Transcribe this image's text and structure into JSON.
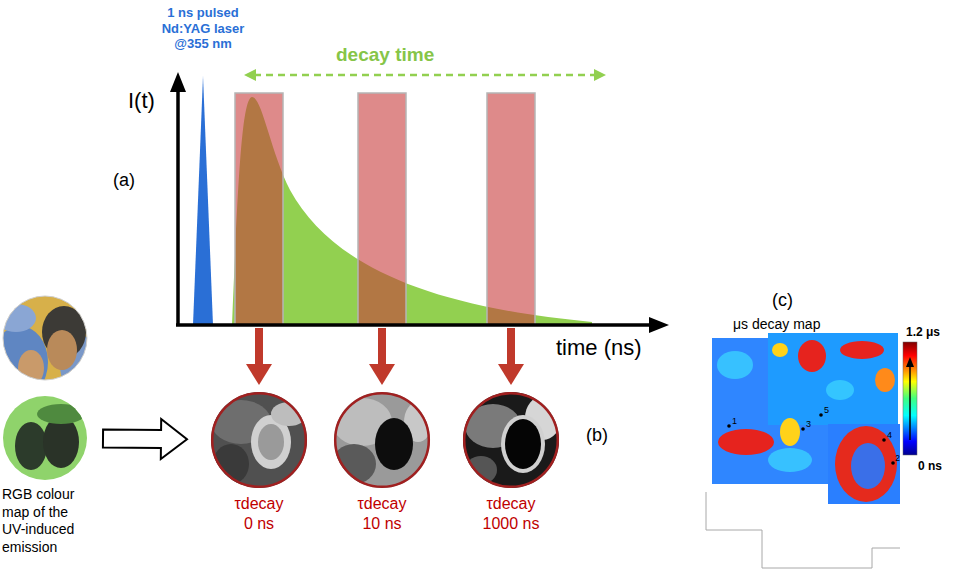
{
  "diagram": {
    "nodes": [
      {
        "text": [
          "RGB colour map of the UV-induced emission"
        ]
      },
      {
        "text": [
          "τdecay",
          "0 ns"
        ]
      },
      {
        "text": [
          "τdecay",
          "10 ns"
        ]
      },
      {
        "text": [
          "τdecay",
          "1000 ns"
        ]
      }
    ],
    "edges": [
      {
        "from": 0,
        "to": 1,
        "arrow": "to"
      }
    ],
    "labels": [
      "1 ns pulsed Nd:YAG laser @355 nm",
      "decay time",
      "I(t)",
      "(a)",
      "time (ns)",
      "(b)",
      "(c)",
      "μs decay map",
      "1.2 μs",
      "0 ns",
      "1",
      "2",
      "3",
      "4",
      "5"
    ]
  }
}
